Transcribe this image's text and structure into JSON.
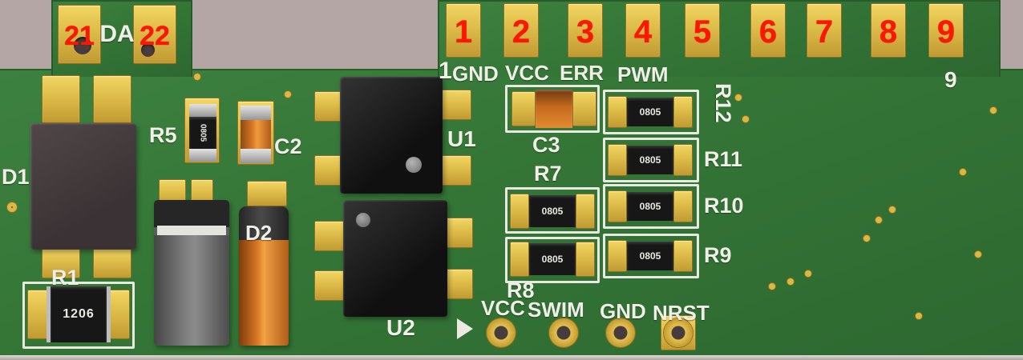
{
  "meta": {
    "view_description": "3D render of a green programmer PCB with annotated pad numbers"
  },
  "colors": {
    "background": "#b5a6a6",
    "board_green": "#347536",
    "pad_gold": "#dcba48",
    "silkscreen_white": "#efefe8",
    "annotation_red": "#ff1500",
    "component_black": "#171717",
    "component_orange": "#d97a26",
    "board_side_edge": "#d8d3cd"
  },
  "tab_left": {
    "label": "DA",
    "pad_numbers": [
      "21",
      "22"
    ]
  },
  "top_pads": {
    "numbers": [
      "1",
      "2",
      "3",
      "4",
      "5",
      "6",
      "7",
      "8",
      "9"
    ]
  },
  "silkscreen": {
    "pin1_number": "1",
    "net_labels": [
      "GND",
      "VCC",
      "ERR",
      "PWM"
    ],
    "pin9_label": "9",
    "program_header": [
      "VCC",
      "SWIM",
      "GND",
      "NRST"
    ]
  },
  "components": {
    "d1": {
      "ref": "D1"
    },
    "r1": {
      "ref": "R1",
      "value": "1206"
    },
    "r5": {
      "ref": "R5",
      "value": "0805"
    },
    "c2": {
      "ref": "C2"
    },
    "d2": {
      "ref": "D2"
    },
    "u1": {
      "ref": "U1"
    },
    "u2": {
      "ref": "U2"
    },
    "c3": {
      "ref": "C3"
    },
    "r7": {
      "ref": "R7",
      "value": "0805"
    },
    "r8": {
      "ref": "R8",
      "value": "0805"
    },
    "r9": {
      "ref": "R9",
      "value": "0805"
    },
    "r10": {
      "ref": "R10",
      "value": "0805"
    },
    "r11": {
      "ref": "R11",
      "value": "0805"
    },
    "r12": {
      "ref": "R12",
      "value": "0805"
    }
  }
}
